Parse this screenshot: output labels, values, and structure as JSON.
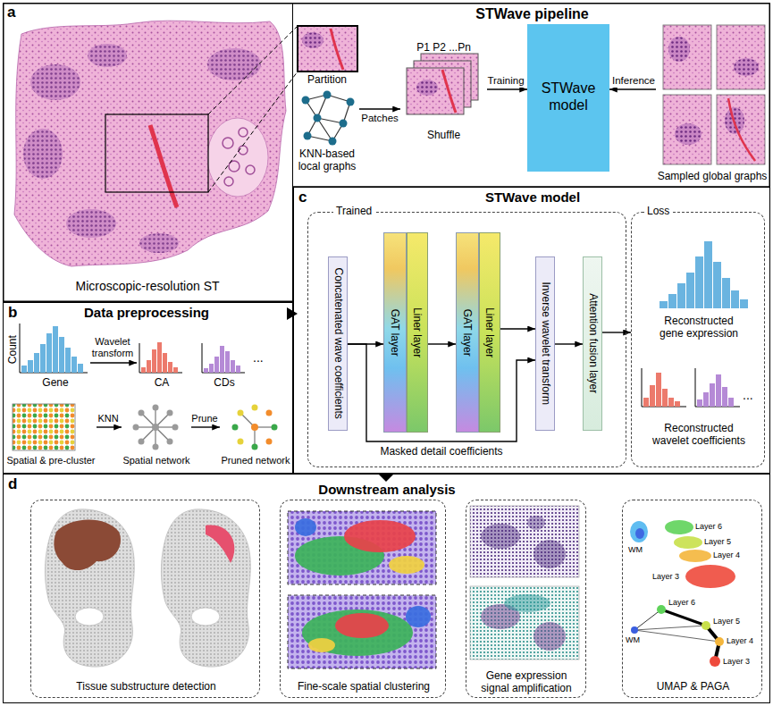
{
  "diagram": {
    "nodes": [
      {
        "text": [
          "a",
          "STWave pipeline"
        ]
      },
      {
        "text": [
          "Microscopic-resolution ST"
        ],
        "in": 0
      },
      {
        "text": [
          "Partition"
        ],
        "in": 0
      },
      {
        "text": [
          "KNN-based local graphs"
        ],
        "in": 0
      },
      {
        "text": [
          "P1 P2 ...Pn",
          "Shuffle"
        ],
        "in": 0
      },
      {
        "text": [
          "STWave model"
        ],
        "in": 0
      },
      {
        "text": [
          "Sampled global graphs"
        ],
        "in": 0
      },
      {
        "text": [
          "b",
          "Data preprocessing"
        ]
      },
      {
        "text": [
          "Count",
          "Gene"
        ],
        "in": 7
      },
      {
        "text": [
          "CA"
        ],
        "in": 7
      },
      {
        "text": [
          "CDs"
        ],
        "in": 7
      },
      {
        "text": [
          "Spatial & pre-cluster"
        ],
        "in": 7
      },
      {
        "text": [
          "Spatial network"
        ],
        "in": 7
      },
      {
        "text": [
          "Pruned network"
        ],
        "in": 7
      },
      {
        "text": [
          "c",
          "STWave model"
        ]
      },
      {
        "text": [
          "Trained"
        ],
        "in": 14
      },
      {
        "text": [
          "Concatenated wave coefficients"
        ],
        "in": 15
      },
      {
        "text": [
          "GAT layer"
        ],
        "in": 15
      },
      {
        "text": [
          "Liner layer"
        ],
        "in": 15
      },
      {
        "text": [
          "GAT layer"
        ],
        "in": 15
      },
      {
        "text": [
          "Liner layer"
        ],
        "in": 15
      },
      {
        "text": [
          "Inverse wavelet transform"
        ],
        "in": 15
      },
      {
        "text": [
          "Attention fusion layer"
        ],
        "in": 15
      },
      {
        "text": [
          "Loss"
        ],
        "in": 14
      },
      {
        "text": [
          "Reconstructed gene expression"
        ],
        "in": 23
      },
      {
        "text": [
          "Reconstructed wavelet coefficients"
        ],
        "in": 23
      },
      {
        "text": [
          "d",
          "Downstream analysis"
        ]
      },
      {
        "text": [
          "Tissue substructure detection"
        ],
        "in": 26
      },
      {
        "text": [
          "Fine-scale spatial clustering"
        ],
        "in": 26
      },
      {
        "text": [
          "Gene expression signal amplification"
        ],
        "in": 26
      },
      {
        "text": [
          "UMAP & PAGA"
        ],
        "in": 26
      }
    ],
    "edges": [
      {
        "from": 3,
        "to": 4,
        "label": "Patches",
        "arrow": "to"
      },
      {
        "from": 4,
        "to": 5,
        "label": "Training",
        "arrow": "to"
      },
      {
        "from": 6,
        "to": 5,
        "label": "Inference",
        "arrow": "to"
      },
      {
        "from": 8,
        "to": 9,
        "label": "Wavelet transform",
        "arrow": "to"
      },
      {
        "from": 11,
        "to": 12,
        "label": "KNN",
        "arrow": "to"
      },
      {
        "from": 12,
        "to": 13,
        "label": "Prune",
        "arrow": "to"
      },
      {
        "from": 16,
        "to": 17,
        "arrow": "to"
      },
      {
        "from": 18,
        "to": 19,
        "arrow": "to"
      },
      {
        "from": 20,
        "to": 21,
        "arrow": "to"
      },
      {
        "from": 16,
        "to": 21,
        "label": "Masked detail coefficients",
        "arrow": "to"
      },
      {
        "from": 21,
        "to": 22,
        "arrow": "to"
      },
      {
        "from": 22,
        "to": 23,
        "arrow": "to"
      }
    ],
    "labels": [
      "...",
      "...",
      "Layer 6",
      "Layer 5",
      "Layer 4",
      "Layer 3",
      "WM",
      "WM",
      "Layer 6",
      "Layer 5",
      "Layer 4",
      "Layer 3"
    ]
  }
}
